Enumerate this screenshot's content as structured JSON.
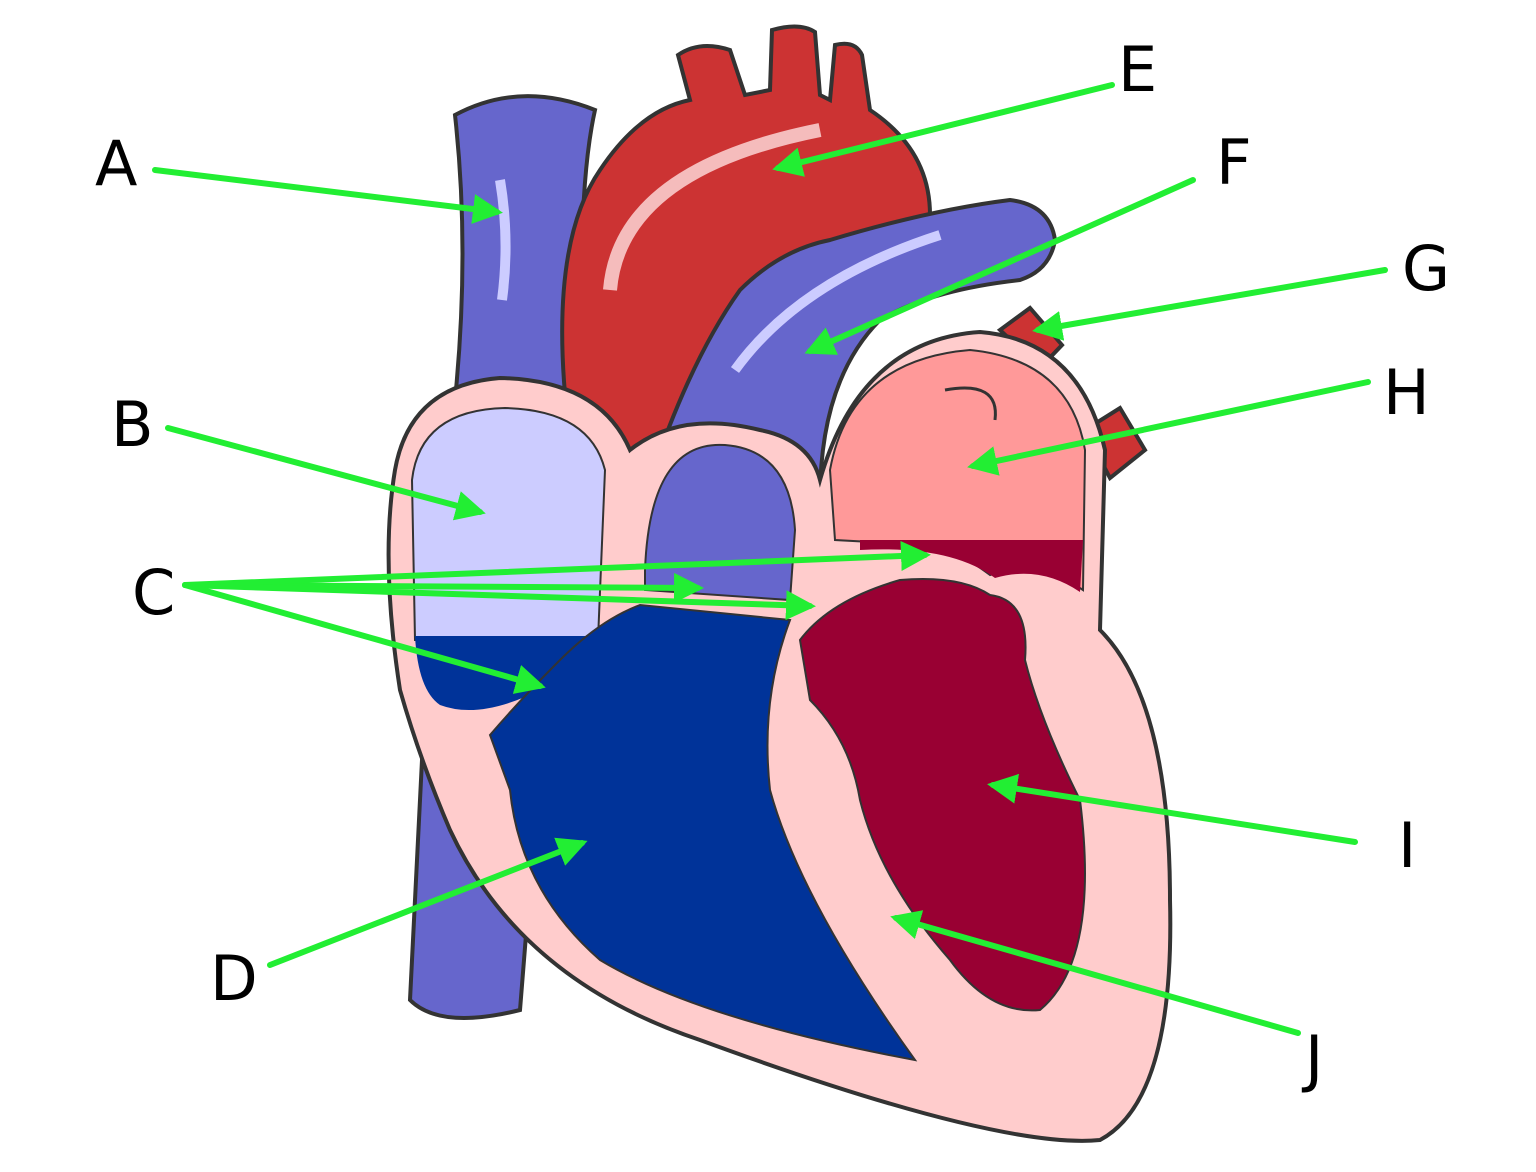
{
  "diagram": {
    "labels": [
      {
        "id": "A",
        "text": "A"
      },
      {
        "id": "B",
        "text": "B"
      },
      {
        "id": "C",
        "text": "C"
      },
      {
        "id": "D",
        "text": "D"
      },
      {
        "id": "E",
        "text": "E"
      },
      {
        "id": "F",
        "text": "F"
      },
      {
        "id": "G",
        "text": "G"
      },
      {
        "id": "H",
        "text": "H"
      },
      {
        "id": "I",
        "text": "I"
      },
      {
        "id": "J",
        "text": "J"
      }
    ],
    "colors": {
      "arrow": "#22ee33",
      "vein_blue": "#6666cc",
      "deoxy_dark": "#003399",
      "atrium_light": "#ccccff",
      "aorta_red": "#cc3333",
      "muscle_pink": "#ffcccc",
      "left_atrium": "#ff9999",
      "left_ventricle": "#990033"
    }
  }
}
